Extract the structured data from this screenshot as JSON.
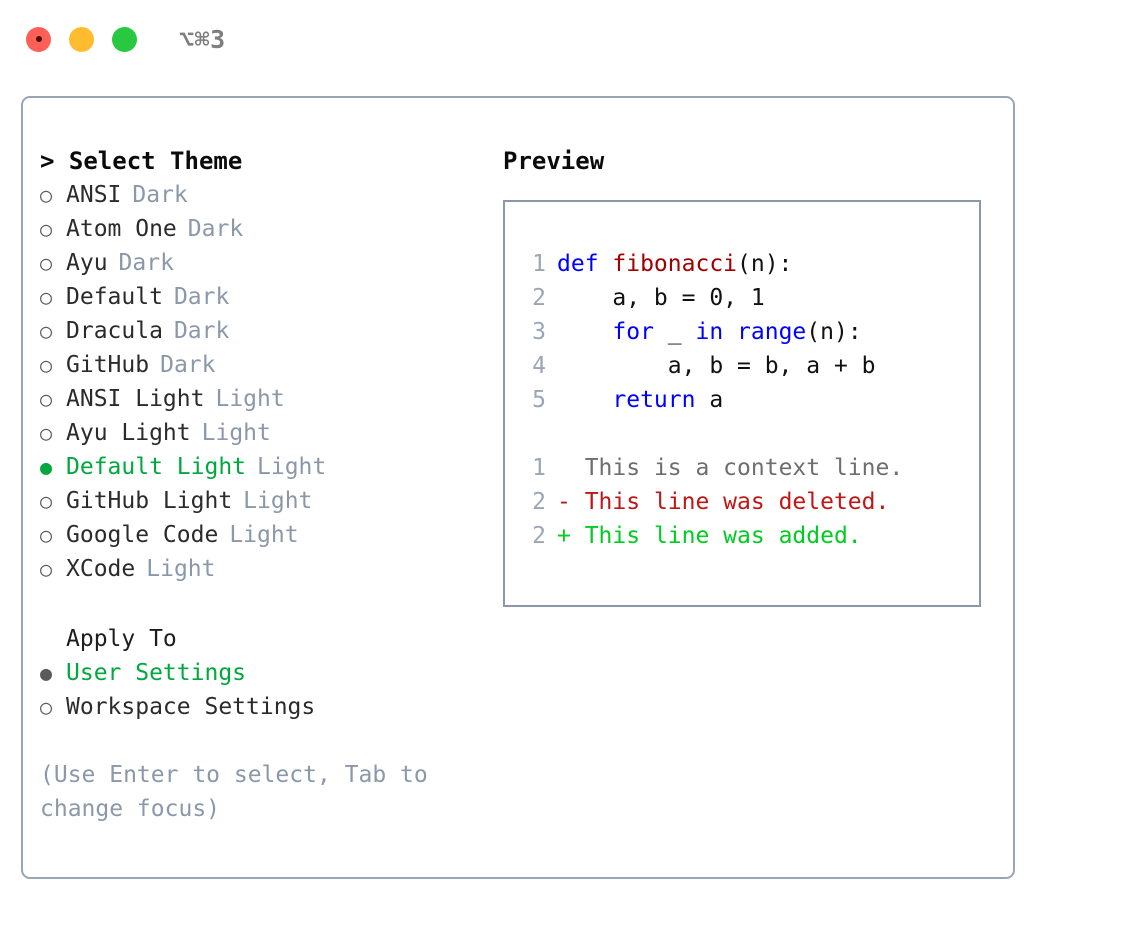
{
  "window": {
    "shortcut": "⌥⌘3",
    "traffic_lights": [
      "close",
      "minimize",
      "zoom"
    ]
  },
  "theme_panel": {
    "heading": "> Select Theme",
    "selected_bullet": "●",
    "unselected_bullet": "○",
    "accent_color": "#00a83e",
    "muted_color": "#8b98a9",
    "items": [
      {
        "name": "ANSI",
        "tag": "Dark",
        "selected": false
      },
      {
        "name": "Atom One",
        "tag": "Dark",
        "selected": false
      },
      {
        "name": "Ayu",
        "tag": "Dark",
        "selected": false
      },
      {
        "name": "Default",
        "tag": "Dark",
        "selected": false
      },
      {
        "name": "Dracula",
        "tag": "Dark",
        "selected": false
      },
      {
        "name": "GitHub",
        "tag": "Dark",
        "selected": false
      },
      {
        "name": "ANSI Light",
        "tag": "Light",
        "selected": false
      },
      {
        "name": "Ayu Light",
        "tag": "Light",
        "selected": false
      },
      {
        "name": "Default Light",
        "tag": "Light",
        "selected": true
      },
      {
        "name": "GitHub Light",
        "tag": "Light",
        "selected": false
      },
      {
        "name": "Google Code",
        "tag": "Light",
        "selected": false
      },
      {
        "name": "XCode",
        "tag": "Light",
        "selected": false
      }
    ]
  },
  "apply_to": {
    "heading": "Apply To",
    "items": [
      {
        "label": "User Settings",
        "selected": true
      },
      {
        "label": "Workspace Settings",
        "selected": false
      }
    ]
  },
  "hint": "(Use Enter to select, Tab to change focus)",
  "preview": {
    "heading": "Preview",
    "code_lines": [
      {
        "num": "1",
        "tokens": [
          {
            "t": "def ",
            "c": "kw"
          },
          {
            "t": "fibonacci",
            "c": "fn"
          },
          {
            "t": "(n):",
            "c": "plain"
          }
        ]
      },
      {
        "num": "2",
        "tokens": [
          {
            "t": "    a, b = 0, 1",
            "c": "plain"
          }
        ]
      },
      {
        "num": "3",
        "tokens": [
          {
            "t": "    ",
            "c": "plain"
          },
          {
            "t": "for",
            "c": "kw"
          },
          {
            "t": " _ ",
            "c": "plain"
          },
          {
            "t": "in ",
            "c": "kw"
          },
          {
            "t": "range",
            "c": "kw"
          },
          {
            "t": "(n):",
            "c": "plain"
          }
        ]
      },
      {
        "num": "4",
        "tokens": [
          {
            "t": "        a, b = b, a + b",
            "c": "plain"
          }
        ]
      },
      {
        "num": "5",
        "tokens": [
          {
            "t": "    ",
            "c": "plain"
          },
          {
            "t": "return ",
            "c": "kw"
          },
          {
            "t": "a",
            "c": "plain"
          }
        ]
      }
    ],
    "diff_lines": [
      {
        "num": "1",
        "marker": "  ",
        "text": "This is a context line.",
        "kind": "ctx"
      },
      {
        "num": "2",
        "marker": "- ",
        "text": "This line was deleted.",
        "kind": "del"
      },
      {
        "num": "2",
        "marker": "+ ",
        "text": "This line was added.",
        "kind": "add"
      }
    ]
  }
}
